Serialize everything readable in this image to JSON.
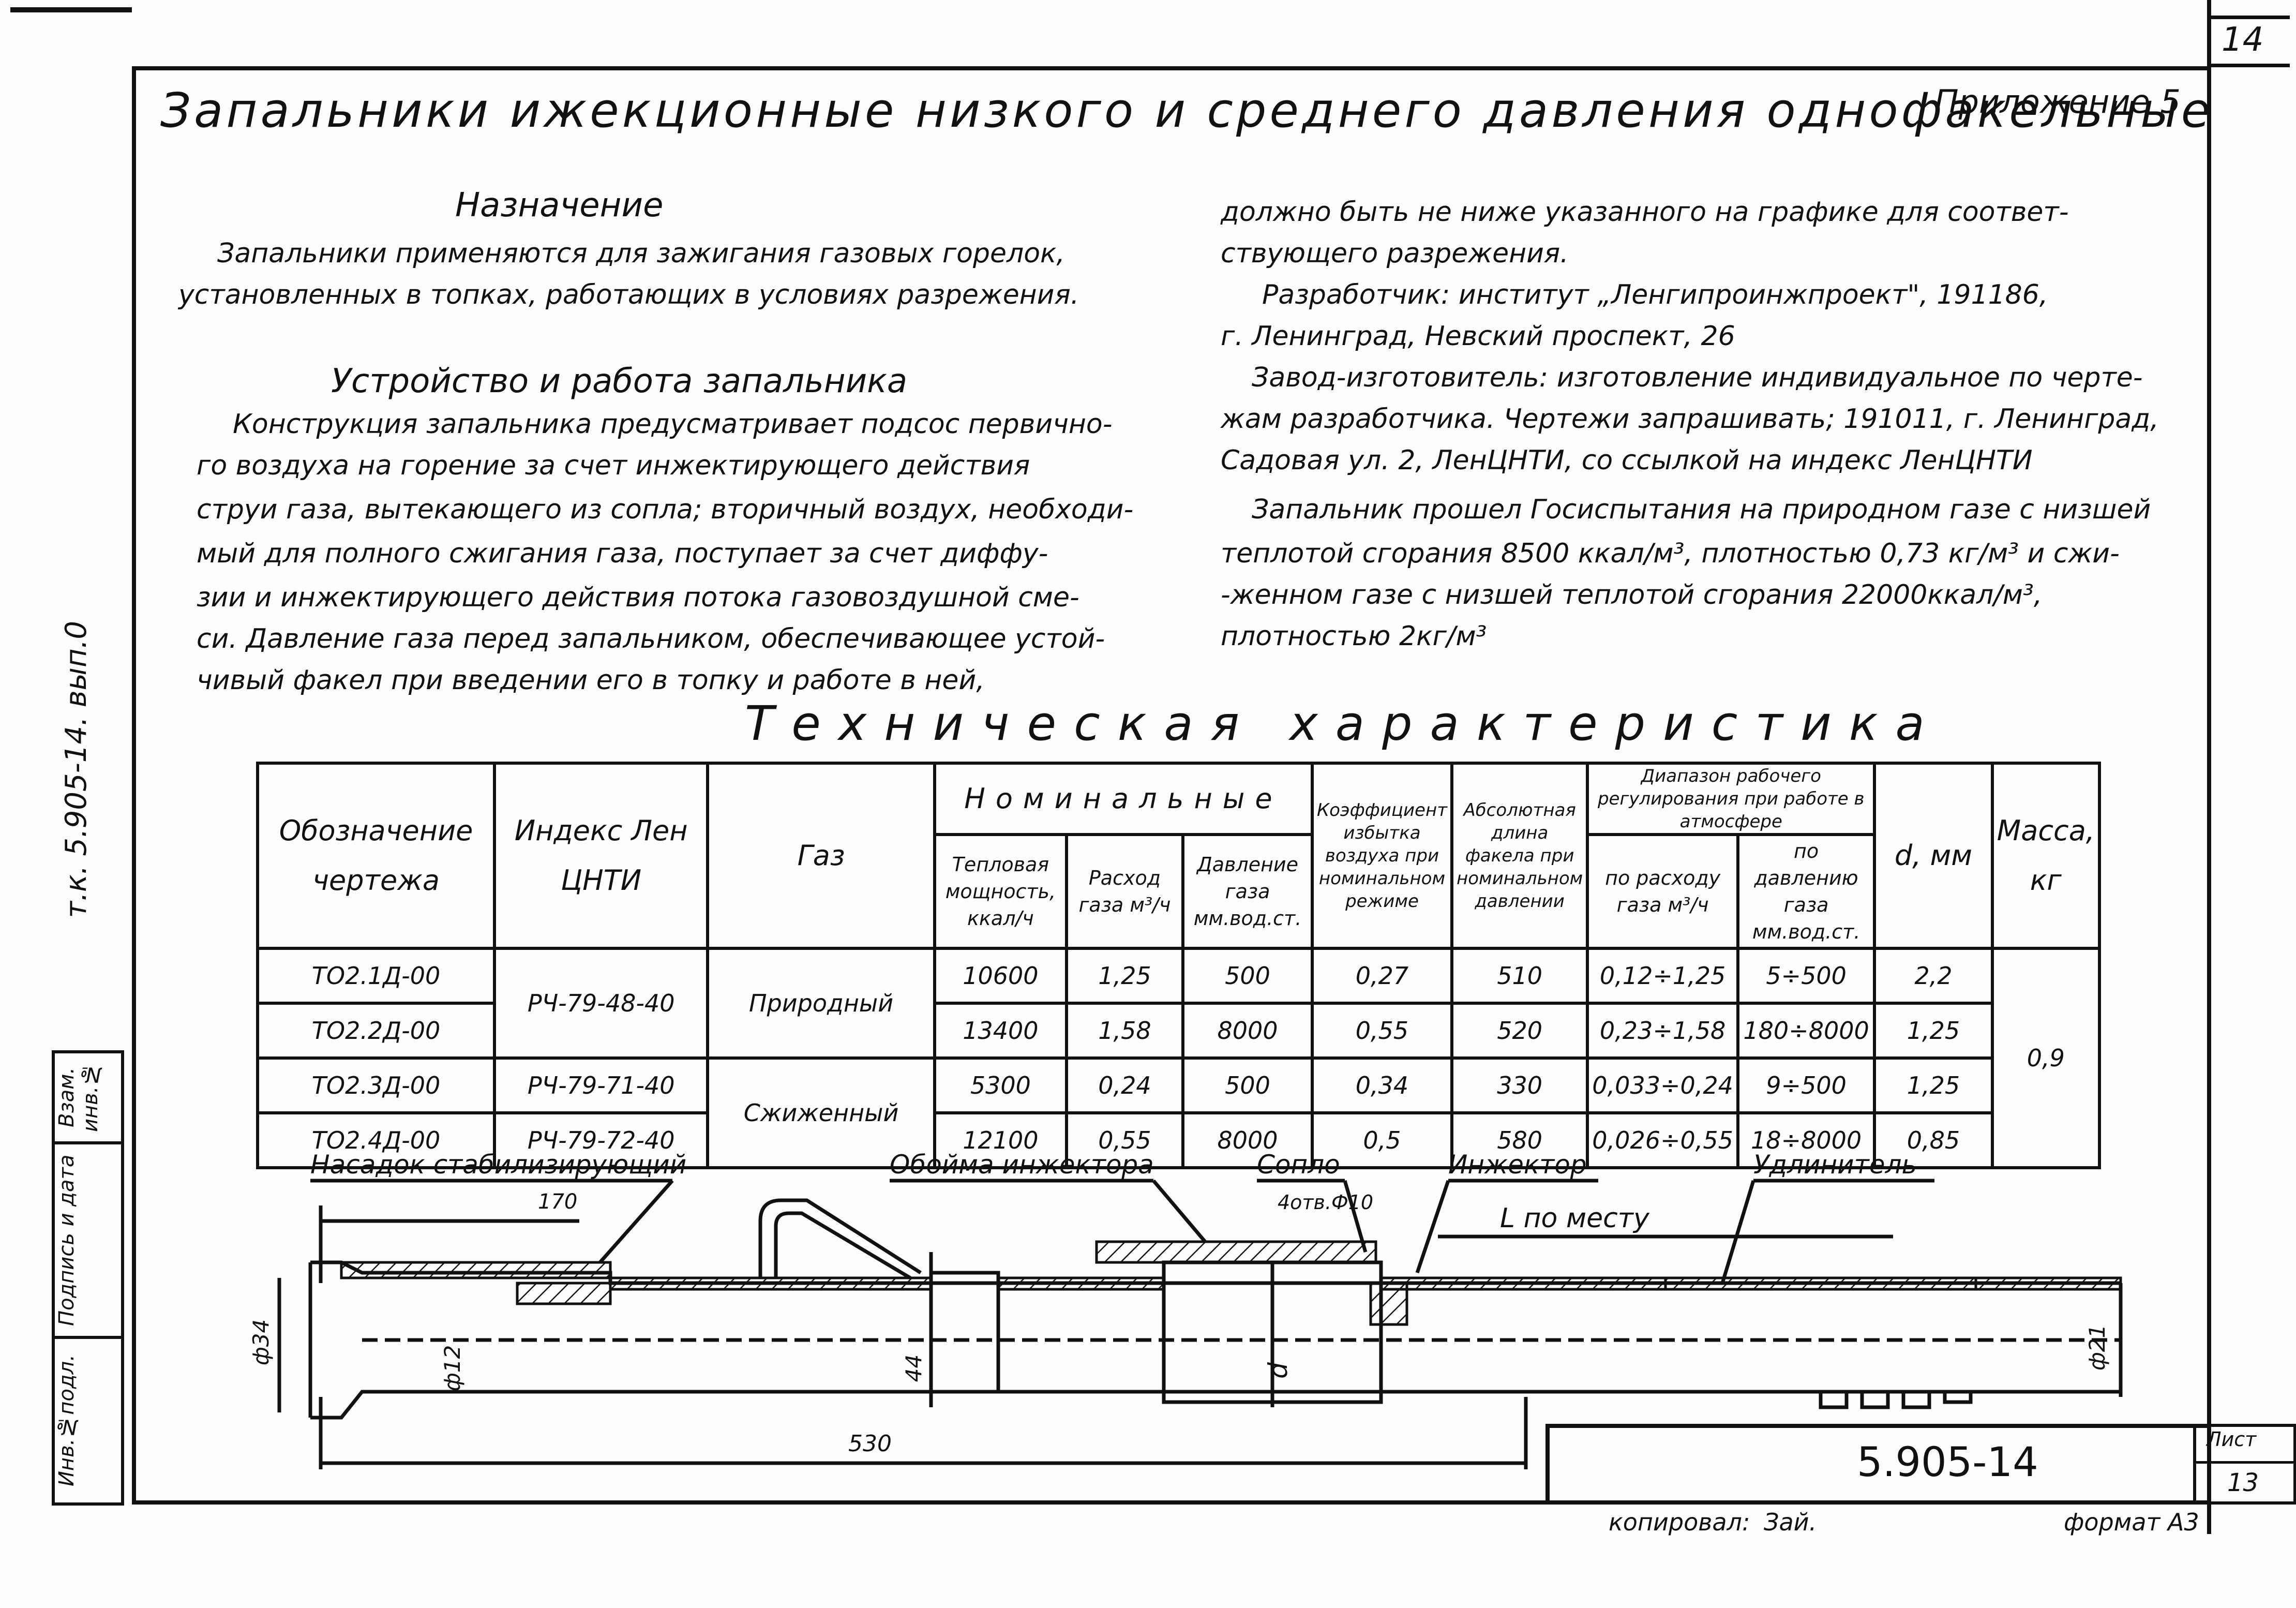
{
  "sheet_number": "14",
  "title": "Запальники ижекционные низкого и среднего давления однофакельные",
  "appendix": "Приложение 5",
  "left_column": {
    "purpose_heading": "Назначение",
    "purpose_text": [
      "Запальники применяются для зажигания газовых горелок,",
      "установленных в топках, работающих в условиях разрежения."
    ],
    "device_heading": "Устройство и работа запальника",
    "device_text": [
      "Конструкция запальника предусматривает подсос первично-",
      "го воздуха на горение за счет инжектирующего действия",
      "струи газа, вытекающего из сопла; вторичный воздух, необходи-",
      "мый для полного сжигания газа, поступает за счет диффу-",
      "зии и инжектирующего действия потока газовоздушной сме-",
      "си. Давление газа перед запальником, обеспечивающее устой-",
      "чивый факел при введении его в топку и работе в ней,"
    ]
  },
  "right_column": [
    "должно быть не ниже указанного на графике для соответ-",
    "ствующего разрежения.",
    "Разработчик: институт „Ленгипроинжпроект\", 191186,",
    "г. Ленинград, Невский проспект, 26",
    "Завод-изготовитель: изготовление индивидуальное по черте-",
    "жам разработчика. Чертежи запрашивать; 191011, г. Ленинград,",
    "Садовая ул. 2, ЛенЦНТИ, со ссылкой на индекс ЛенЦНТИ",
    "Запальник прошел Госиспытания на природном газе с низшей",
    "теплотой сгорания 8500 ккал/м³, плотностью 0,73 кг/м³ и сжи-",
    "-женном газе с низшей теплотой сгорания 22000ккал/м³,",
    "плотностью 2кг/м³"
  ],
  "tech_heading": "Техническая характеристика",
  "table": {
    "headers": {
      "designation": "Обозначение чертежа",
      "index": "Индекс Лен ЦНТИ",
      "gas": "Газ",
      "nominal": "Номинальные",
      "heat_power": "Тепловая мощность, ккал/ч",
      "gas_flow": "Расход газа м³/ч",
      "gas_pressure": "Давление газа мм.вод.ст.",
      "air_excess": "Коэффициент избытка воздуха при номинальном режиме",
      "flame_length": "Абсолютная длина факела при номинальном давлении",
      "range": "Диапазон рабочего регулирования при работе в атмосфере",
      "range_flow": "по расходу газа м³/ч",
      "range_pressure": "по давлению газа мм.вод.ст.",
      "d": "d, мм",
      "mass": "Масса, кг"
    },
    "rows": [
      {
        "designation": "ТО2.1Д-00",
        "heat": "10600",
        "flow": "1,25",
        "pressure": "500",
        "air": "0,27",
        "flame": "510",
        "range_flow": "0,12÷1,25",
        "range_pressure": "5÷500",
        "d": "2,2"
      },
      {
        "designation": "ТО2.2Д-00",
        "heat": "13400",
        "flow": "1,58",
        "pressure": "8000",
        "air": "0,55",
        "flame": "520",
        "range_flow": "0,23÷1,58",
        "range_pressure": "180÷8000",
        "d": "1,25"
      },
      {
        "designation": "ТО2.3Д-00",
        "heat": "5300",
        "flow": "0,24",
        "pressure": "500",
        "air": "0,34",
        "flame": "330",
        "range_flow": "0,033÷0,24",
        "range_pressure": "9÷500",
        "d": "1,25"
      },
      {
        "designation": "ТО2.4Д-00",
        "heat": "12100",
        "flow": "0,55",
        "pressure": "8000",
        "air": "0,5",
        "flame": "580",
        "range_flow": "0,026÷0,55",
        "range_pressure": "18÷8000",
        "d": "0,85"
      }
    ],
    "index_group1": "РЧ-79-48-40",
    "index_row3": "РЧ-79-71-40",
    "index_row4": "РЧ-79-72-40",
    "gas_group1": "Природный",
    "gas_group2": "Сжиженный",
    "mass_value": "0,9"
  },
  "drawing": {
    "labels": {
      "nozzle": "Насадок стабилизирующий",
      "injector_shell": "Обойма инжектора",
      "sopło": "Сопло",
      "injector": "Инжектор",
      "extender": "Удлинитель",
      "holes": "4отв.Ф10",
      "l_by_place": "L по месту"
    },
    "dims": {
      "d170": "170",
      "d530": "530",
      "phi34": "ф34",
      "phi12": "ф12",
      "d44": "44",
      "d": "d",
      "phi21": "ф21"
    }
  },
  "stamp_labels": [
    "Инв.№подл.",
    "Подпись и дата",
    "Взам. инв.№"
  ],
  "side_code": "т.к. 5.905-14. вып.0",
  "doc_number": "5.905-14",
  "sheet_label": "Лист",
  "sheet_value": "13",
  "copied_label": "копировал:",
  "copied_sign": "Зай.",
  "format_label": "формат А3"
}
